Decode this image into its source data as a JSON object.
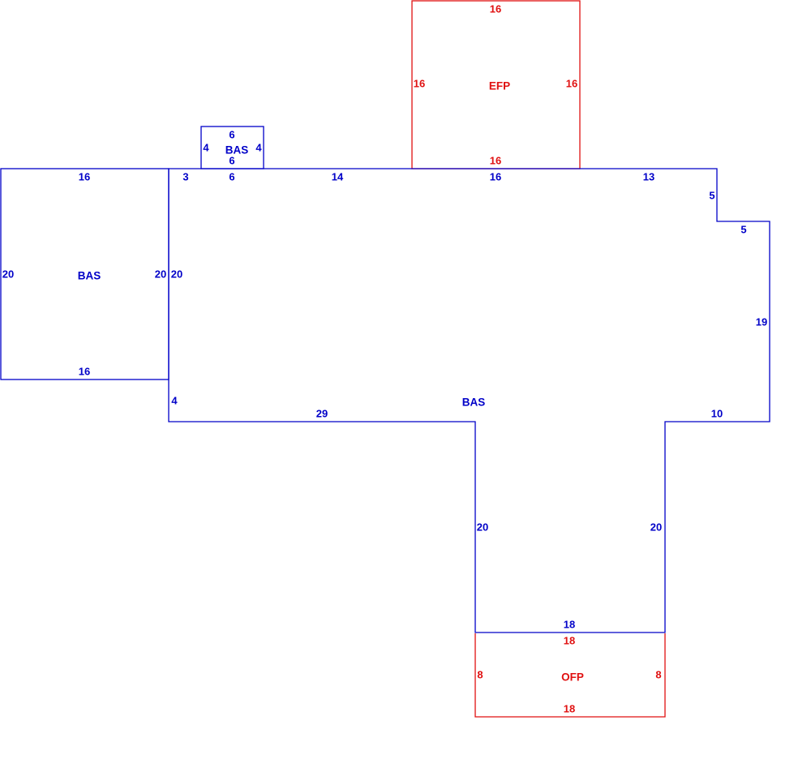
{
  "colors": {
    "bas": "#0000c8",
    "porch": "#e01010"
  },
  "areas": [
    {
      "key": "efp",
      "name": "EFP",
      "color": "porch",
      "dims": {
        "top": "16",
        "left": "16",
        "right": "16",
        "bottom": "16"
      }
    },
    {
      "key": "bas_small",
      "name": "BAS",
      "color": "bas",
      "dims": {
        "top": "6",
        "left": "4",
        "right": "4",
        "bottom": "6"
      }
    },
    {
      "key": "bas_left",
      "name": "BAS",
      "color": "bas",
      "dims": {
        "top": "16",
        "left": "20",
        "right": "20",
        "bottom": "16"
      }
    },
    {
      "key": "bas_main",
      "name": "BAS",
      "color": "bas",
      "dims": {
        "top_a": "3",
        "top_b": "6",
        "top_c": "14",
        "top_d": "16",
        "top_e": "13",
        "step_down": "5",
        "step_right": "5",
        "right": "19",
        "bottom_right": "10",
        "leg_right": "20",
        "leg_bottom": "18",
        "leg_left": "20",
        "bottom_left": "29",
        "left_low": "4",
        "left": "20"
      }
    },
    {
      "key": "ofp",
      "name": "OFP",
      "color": "porch",
      "dims": {
        "top": "18",
        "left": "8",
        "right": "8",
        "bottom": "18"
      }
    }
  ]
}
